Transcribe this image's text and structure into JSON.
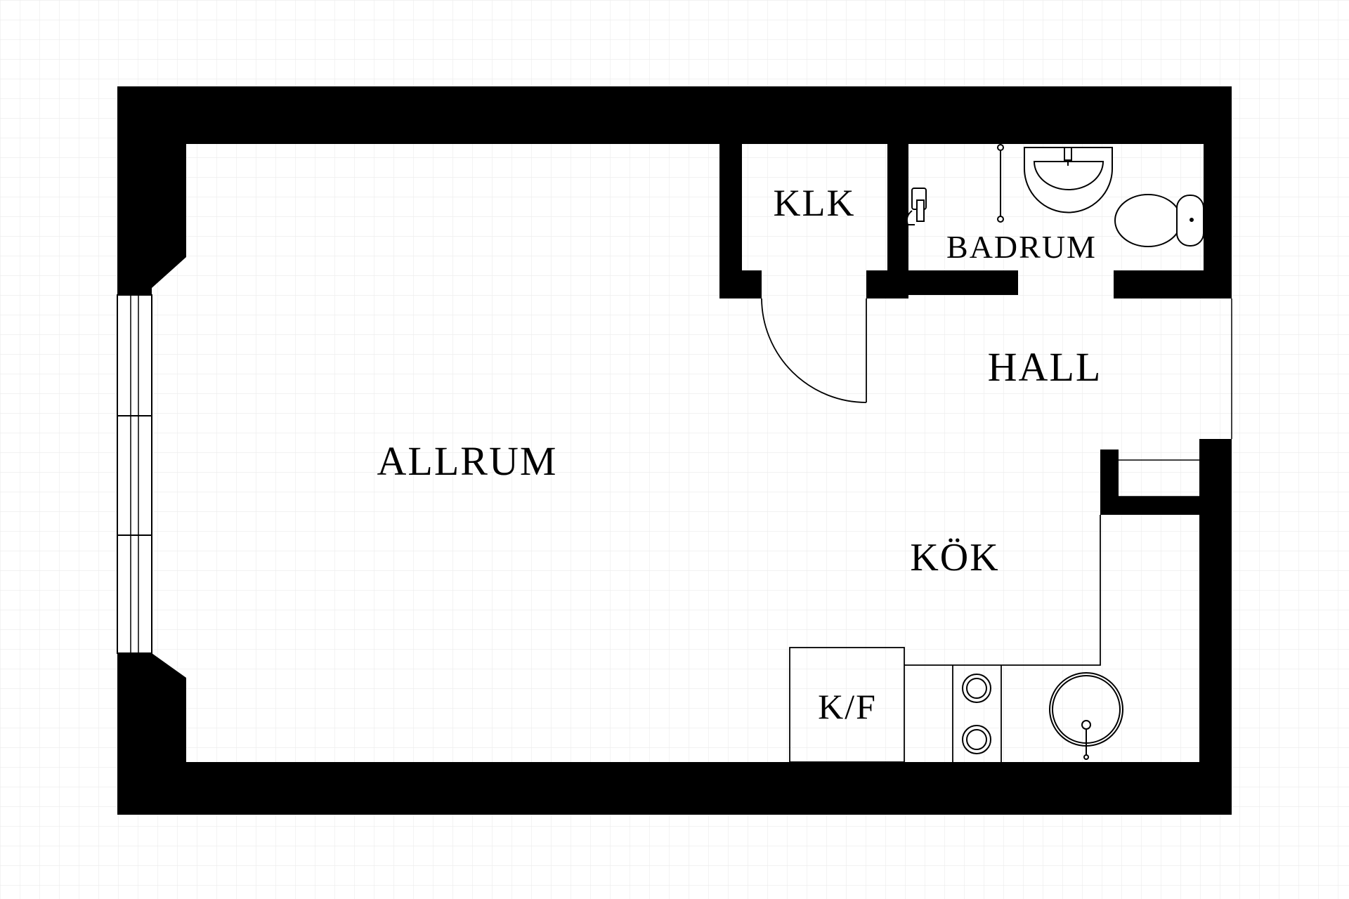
{
  "plan": {
    "rooms": {
      "allrum": "ALLRUM",
      "klk": "KLK",
      "badrum": "BADRUM",
      "hall": "HALL",
      "kok": "KÖK",
      "kf": "K/F"
    },
    "colors": {
      "wall": "#000000",
      "background": "#ffffff",
      "grid": "#ebebeb",
      "line": "#000000"
    },
    "icons": [
      "window-icon",
      "door-swing-icon",
      "sink-icon",
      "toilet-icon",
      "shower-icon",
      "stove-icon",
      "kitchen-sink-icon"
    ]
  }
}
